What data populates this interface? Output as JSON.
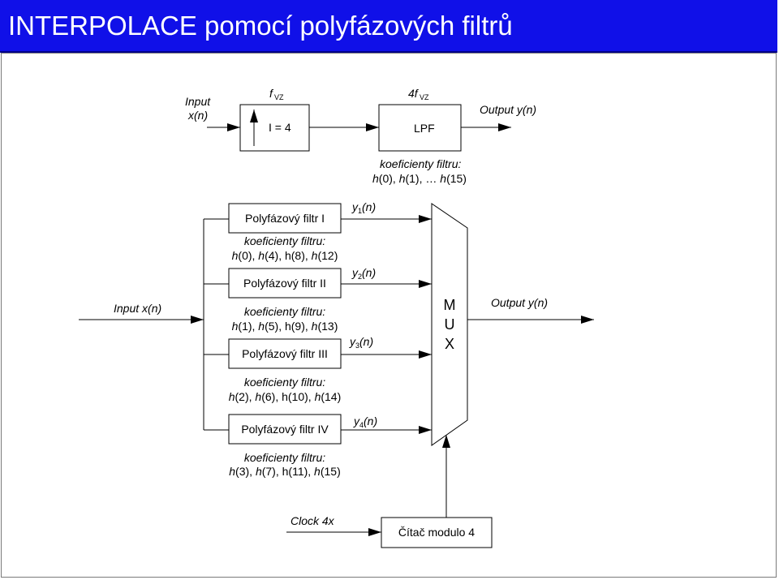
{
  "header": {
    "title": "INTERPOLACE pomocí polyfázových filtrů",
    "color": "#1010e8"
  },
  "top": {
    "input_line1": "Input",
    "input_line2": "x(n)",
    "rate_in_f": "f",
    "rate_in_sub": "VZ",
    "upsampler": "I = 4",
    "rate_out_f": "4f",
    "rate_out_sub": "VZ",
    "lpf": "LPF",
    "output": "Output y(n)",
    "coef_label": "koeficienty filtru:",
    "coef_h0": "h",
    "coef_0": "(0), ",
    "coef_h1": "h",
    "coef_1": "(1), … ",
    "coef_h15": "h",
    "coef_15": "(15)"
  },
  "main": {
    "input": "Input x(n)",
    "output": "Output y(n)",
    "mux_m": "M",
    "mux_u": "U",
    "mux_x": "X",
    "filters": [
      {
        "label": "Polyfázový filtr I",
        "y_pre": "y",
        "y_sub": "1",
        "y_post": "(n)"
      },
      {
        "label": "Polyfázový filtr II",
        "y_pre": "y",
        "y_sub": "2",
        "y_post": "(n)"
      },
      {
        "label": "Polyfázový filtr III",
        "y_pre": "y",
        "y_sub": "3",
        "y_post": "(n)"
      },
      {
        "label": "Polyfázový filtr IV",
        "y_pre": "y",
        "y_sub": "4",
        "y_post": "(n)"
      }
    ],
    "coefs": [
      {
        "title": "koeficienty filtru:",
        "p": [
          "h",
          "(0), ",
          "h",
          "(4), h(8), ",
          "h",
          "(12)"
        ]
      },
      {
        "title": "koeficienty filtru:",
        "p": [
          "h",
          "(1), ",
          "h",
          "(5), h(9), ",
          "h",
          "(13)"
        ]
      },
      {
        "title": "koeficienty filtru:",
        "p": [
          "h",
          "(2), ",
          "h",
          "(6), h(10), ",
          "h",
          "(14)"
        ]
      },
      {
        "title": "koeficienty filtru:",
        "p": [
          "h",
          "(3), ",
          "h",
          "(7), h(11), ",
          "h",
          "(15)"
        ]
      }
    ],
    "clock": "Clock 4x",
    "counter": "Čítač modulo 4"
  }
}
